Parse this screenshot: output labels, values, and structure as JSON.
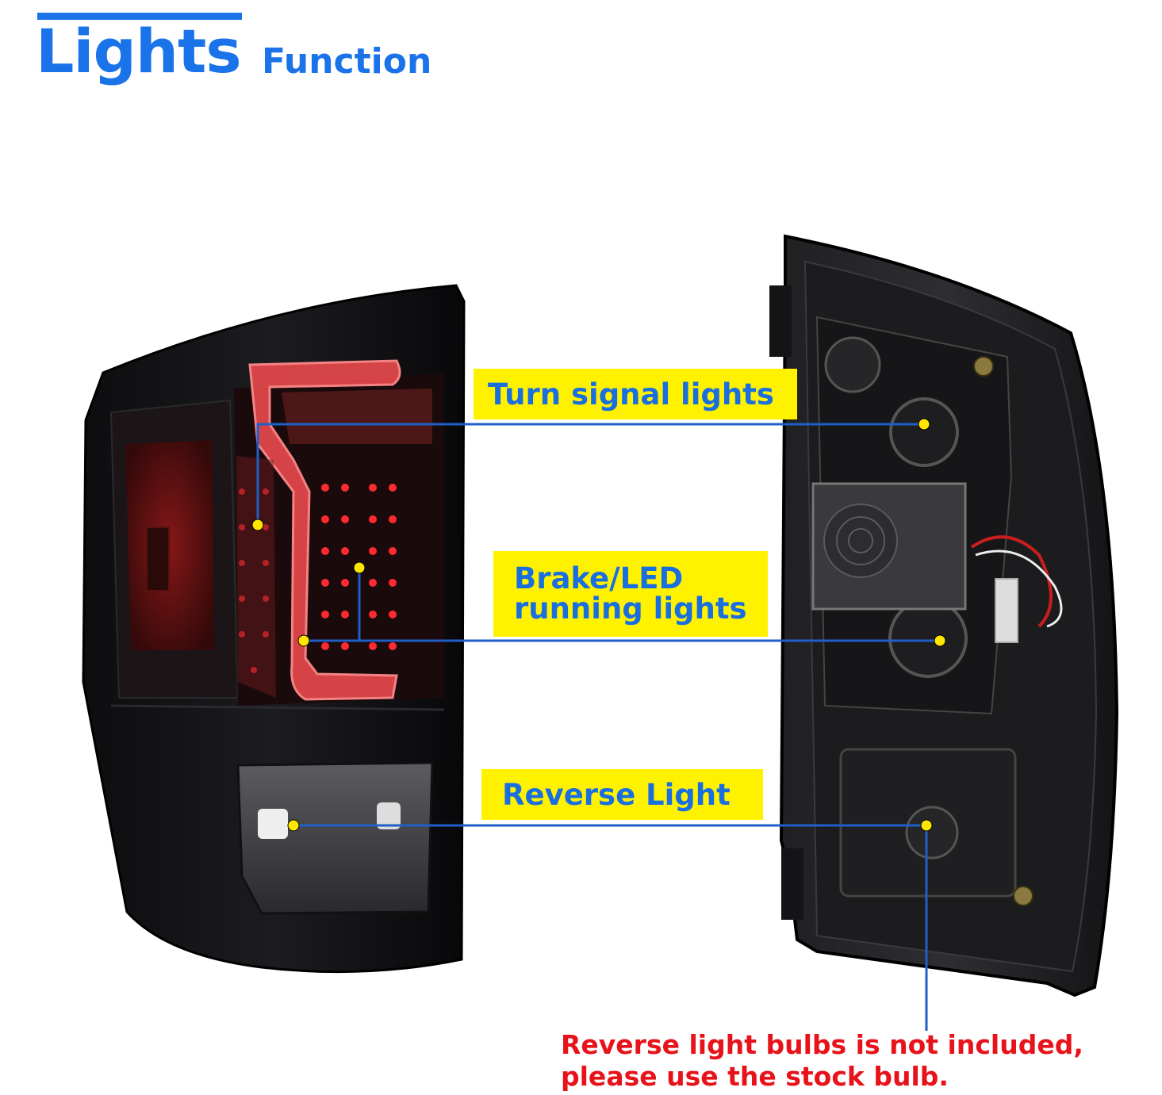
{
  "title": {
    "main": "Lights",
    "sub": "Function"
  },
  "labels": {
    "turn_signal": "Turn signal lights",
    "brake_line1": "Brake/LED",
    "brake_line2": "running lights",
    "reverse": "Reverse Light"
  },
  "note": {
    "line1": "Reverse light bulbs is not included,",
    "line2": "please use the stock bulb."
  },
  "colors": {
    "title": "#1a73e8",
    "label_bg": "#fff200",
    "label_text": "#1a6fe0",
    "note": "#e8121a",
    "leader_line": "#1f5fc8"
  }
}
